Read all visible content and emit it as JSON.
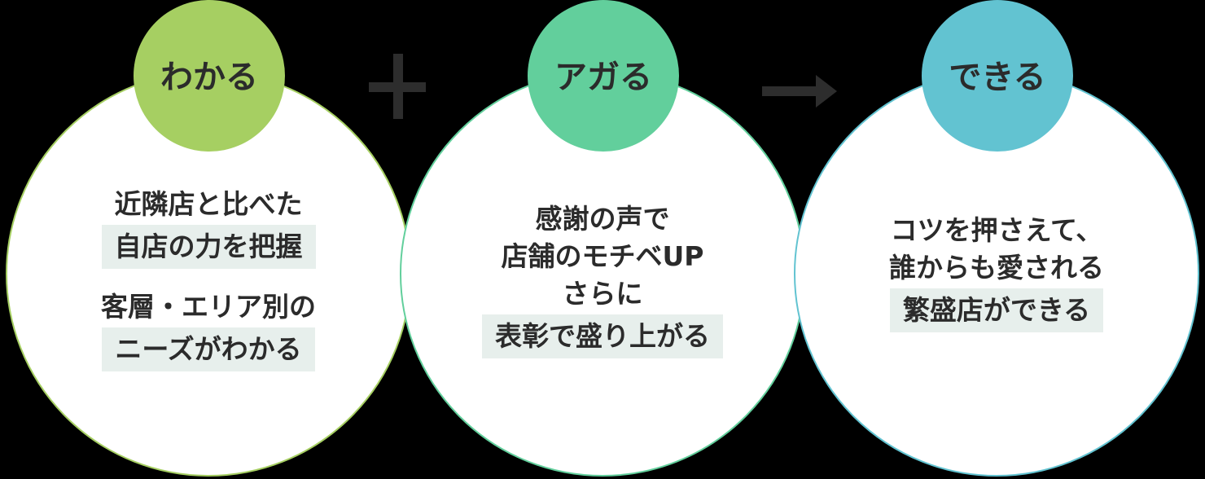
{
  "colors": {
    "background": "#000000",
    "step1": "#a6cf62",
    "step2": "#62cf9c",
    "step3": "#62c3d1",
    "highlight": "#e7efec",
    "text": "#2b2b2b"
  },
  "operators": {
    "plus": "plus-icon",
    "arrow": "arrow-right-icon"
  },
  "steps": [
    {
      "title": "わかる",
      "lines": [
        {
          "text": "近隣店と比べた",
          "highlight": false
        },
        {
          "text": "自店の力を把握",
          "highlight": true
        },
        {
          "text": "客層・エリア別の",
          "highlight": false
        },
        {
          "text": "ニーズがわかる",
          "highlight": true
        }
      ]
    },
    {
      "title": "アガる",
      "lines": [
        {
          "text": "感謝の声で",
          "highlight": false
        },
        {
          "text": "店舗のモチベUP",
          "highlight": false
        },
        {
          "text": "さらに",
          "highlight": false
        },
        {
          "text": "表彰で盛り上がる",
          "highlight": true
        }
      ]
    },
    {
      "title": "できる",
      "lines": [
        {
          "text": "コツを押さえて、",
          "highlight": false
        },
        {
          "text": "誰からも愛される",
          "highlight": false
        },
        {
          "text": "繁盛店ができる",
          "highlight": true
        }
      ]
    }
  ]
}
